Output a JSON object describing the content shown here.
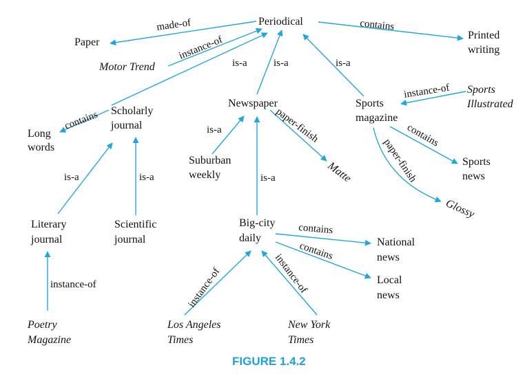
{
  "figure": {
    "caption": "FIGURE 1.4.2",
    "caption_color": "#1f9fd8",
    "edge_color": "#1fa7dd"
  },
  "nodes": {
    "periodical": [
      "Periodical"
    ],
    "paper": [
      "Paper"
    ],
    "printed_writing": [
      "Printed",
      "writing"
    ],
    "motor_trend": [
      "Motor Trend"
    ],
    "scholarly_journal": [
      "Scholarly",
      "journal"
    ],
    "newspaper": [
      "Newspaper"
    ],
    "sports_magazine": [
      "Sports",
      "magazine"
    ],
    "sports_illustrated": [
      "Sports",
      "Illustrated"
    ],
    "long_words": [
      "Long",
      "words"
    ],
    "suburban_weekly": [
      "Suburban",
      "weekly"
    ],
    "matte": [
      "Matte"
    ],
    "sports_news": [
      "Sports",
      "news"
    ],
    "glossy": [
      "Glossy"
    ],
    "literary_journal": [
      "Literary",
      "journal"
    ],
    "scientific_journal": [
      "Scientific",
      "journal"
    ],
    "big_city_daily": [
      "Big-city",
      "daily"
    ],
    "national_news": [
      "National",
      "news"
    ],
    "local_news": [
      "Local",
      "news"
    ],
    "poetry_magazine": [
      "Poetry",
      "Magazine"
    ],
    "los_angeles_times": [
      "Los Angeles",
      "Times"
    ],
    "new_york_times": [
      "New York",
      "Times"
    ]
  },
  "edge_labels": {
    "made_of": "made-of",
    "instance_of": "instance-of",
    "contains": "contains",
    "is_a": "is-a",
    "paper_finish": "paper-finish"
  }
}
